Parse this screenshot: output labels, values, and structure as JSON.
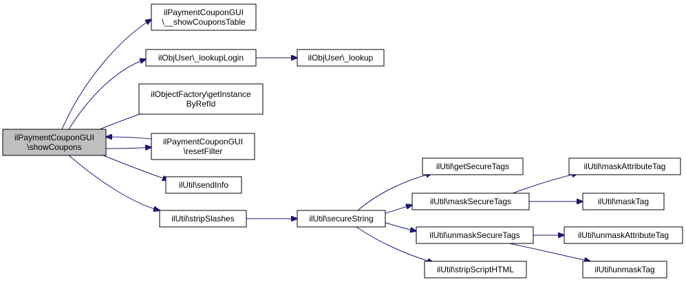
{
  "colors": {
    "edge": "#191970",
    "root_fill": "#bfbfbf",
    "node_fill": "#ffffff",
    "node_border": "#000000"
  },
  "nodes": [
    {
      "id": "showCoupons",
      "lines": [
        "ilPaymentCouponGUI",
        "\\showCoupons"
      ],
      "root": true
    },
    {
      "id": "showCouponsTable",
      "lines": [
        "ilPaymentCouponGUI",
        "\\__showCouponsTable"
      ]
    },
    {
      "id": "lookupLogin",
      "lines": [
        "ilObjUser\\_lookupLogin"
      ]
    },
    {
      "id": "lookup",
      "lines": [
        "ilObjUser\\_lookup"
      ]
    },
    {
      "id": "getInstanceByRefId",
      "lines": [
        "ilObjectFactory\\getInstance",
        "ByRefId"
      ]
    },
    {
      "id": "resetFilter",
      "lines": [
        "ilPaymentCouponGUI",
        "\\resetFilter"
      ]
    },
    {
      "id": "sendInfo",
      "lines": [
        "ilUtil\\sendInfo"
      ]
    },
    {
      "id": "stripSlashes",
      "lines": [
        "ilUtil\\stripSlashes"
      ]
    },
    {
      "id": "secureString",
      "lines": [
        "ilUtil\\secureString"
      ]
    },
    {
      "id": "getSecureTags",
      "lines": [
        "ilUtil\\getSecureTags"
      ]
    },
    {
      "id": "maskSecureTags",
      "lines": [
        "ilUtil\\maskSecureTags"
      ]
    },
    {
      "id": "unmaskSecureTags",
      "lines": [
        "ilUtil\\unmaskSecureTags"
      ]
    },
    {
      "id": "stripScriptHTML",
      "lines": [
        "ilUtil\\stripScriptHTML"
      ]
    },
    {
      "id": "maskAttributeTag",
      "lines": [
        "ilUtil\\maskAttributeTag"
      ]
    },
    {
      "id": "maskTag",
      "lines": [
        "ilUtil\\maskTag"
      ]
    },
    {
      "id": "unmaskAttributeTag",
      "lines": [
        "ilUtil\\unmaskAttributeTag"
      ]
    },
    {
      "id": "unmaskTag",
      "lines": [
        "ilUtil\\unmaskTag"
      ]
    }
  ],
  "edges": [
    {
      "from": "showCoupons",
      "to": "showCouponsTable"
    },
    {
      "from": "showCoupons",
      "to": "lookupLogin"
    },
    {
      "from": "lookupLogin",
      "to": "lookup"
    },
    {
      "from": "showCoupons",
      "to": "getInstanceByRefId"
    },
    {
      "from": "showCoupons",
      "to": "resetFilter"
    },
    {
      "from": "resetFilter",
      "to": "showCoupons"
    },
    {
      "from": "showCoupons",
      "to": "sendInfo"
    },
    {
      "from": "showCoupons",
      "to": "stripSlashes"
    },
    {
      "from": "stripSlashes",
      "to": "secureString"
    },
    {
      "from": "secureString",
      "to": "getSecureTags"
    },
    {
      "from": "secureString",
      "to": "maskSecureTags"
    },
    {
      "from": "secureString",
      "to": "unmaskSecureTags"
    },
    {
      "from": "secureString",
      "to": "stripScriptHTML"
    },
    {
      "from": "maskSecureTags",
      "to": "maskAttributeTag"
    },
    {
      "from": "maskSecureTags",
      "to": "maskTag"
    },
    {
      "from": "unmaskSecureTags",
      "to": "unmaskAttributeTag"
    },
    {
      "from": "unmaskSecureTags",
      "to": "unmaskTag"
    }
  ]
}
